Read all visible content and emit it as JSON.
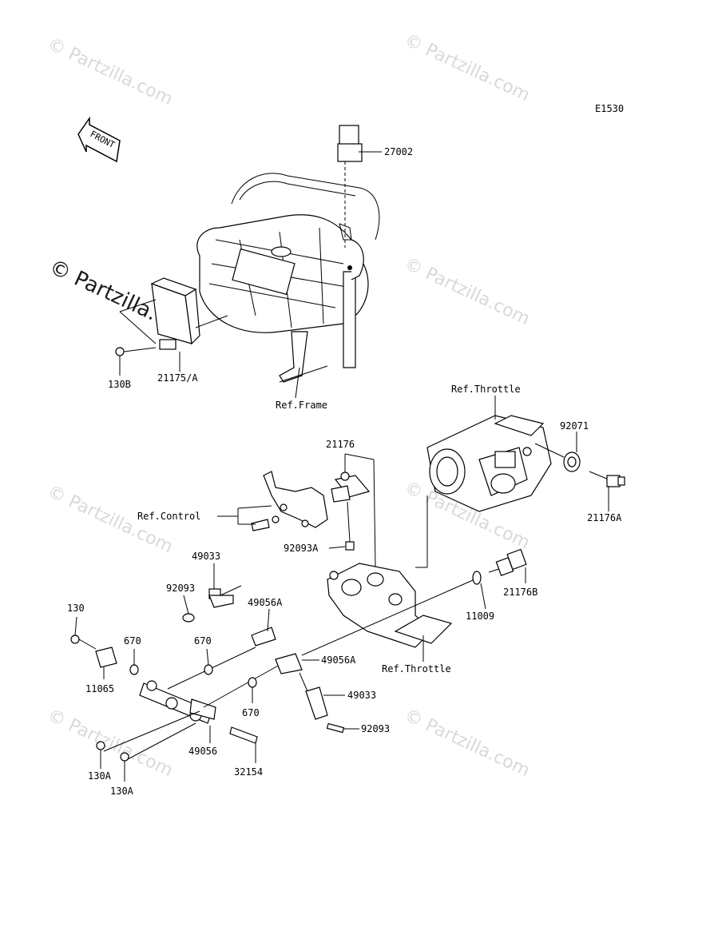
{
  "diagram_code": "E1530",
  "front_label": "FRONT",
  "watermark_text": "© Partzilla.com",
  "watermark_main": "© Partzilla.com",
  "labels": {
    "p27002": "27002",
    "p130B": "130B",
    "p21175A": "21175/A",
    "ref_frame": "Ref.Frame",
    "ref_throttle_top": "Ref.Throttle",
    "p92071": "92071",
    "p21176": "21176",
    "ref_control": "Ref.Control",
    "p92093A": "92093A",
    "p21176A": "21176A",
    "p49033_top": "49033",
    "p92093_top": "92093",
    "p49056A_top": "49056A",
    "p21176B": "21176B",
    "p11009": "11009",
    "p130": "130",
    "p670_a": "670",
    "p670_b": "670",
    "p11065": "11065",
    "p49056A_mid": "49056A",
    "ref_throttle_bottom": "Ref.Throttle",
    "p49033_bottom": "49033",
    "p670_c": "670",
    "p92093_bottom": "92093",
    "p130A_a": "130A",
    "p49056": "49056",
    "p130A_b": "130A",
    "p32154": "32154"
  }
}
